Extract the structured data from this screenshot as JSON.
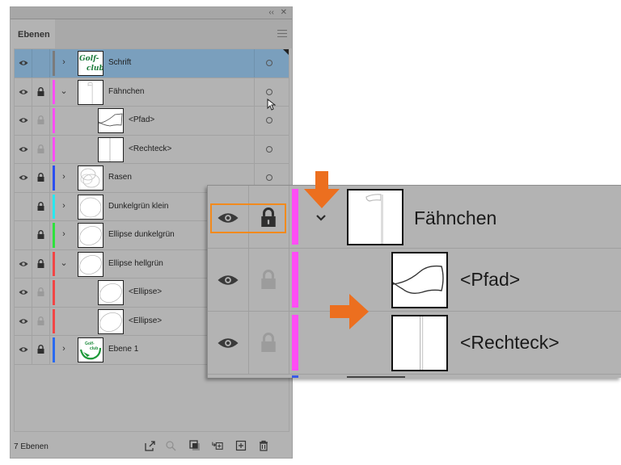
{
  "panel": {
    "titlebar": {
      "collapse_label": "‹‹",
      "close_label": "✕"
    },
    "tab_label": "Ebenen",
    "menu_icon": "hamburger-menu-icon",
    "layers": [
      {
        "name": "Schrift",
        "visible": true,
        "locked": false,
        "color": "#7b7b7b",
        "expand": "collapsed",
        "indent": 0,
        "thumb": "golf-club-text",
        "selected": true
      },
      {
        "name": "Fähnchen",
        "visible": true,
        "locked": true,
        "color": "#ff4df5",
        "expand": "expanded",
        "indent": 0,
        "thumb": "flag"
      },
      {
        "name": "<Pfad>",
        "visible": true,
        "locked": false,
        "lock_dim": true,
        "color": "#ff4df5",
        "expand": "none",
        "indent": 1,
        "thumb": "path"
      },
      {
        "name": "<Rechteck>",
        "visible": true,
        "locked": false,
        "lock_dim": true,
        "color": "#ff4df5",
        "expand": "none",
        "indent": 1,
        "thumb": "rect"
      },
      {
        "name": "Rasen",
        "visible": true,
        "locked": true,
        "color": "#2b4ef0",
        "expand": "collapsed",
        "indent": 0,
        "thumb": "ellipses"
      },
      {
        "name": "Dunkelgrün klein",
        "visible": false,
        "locked": true,
        "color": "#27e8f0",
        "expand": "collapsed",
        "indent": 0,
        "thumb": "ellipse"
      },
      {
        "name": "Ellipse dunkelgrün",
        "visible": false,
        "locked": true,
        "color": "#2ee23c",
        "expand": "collapsed",
        "indent": 0,
        "thumb": "ellipse"
      },
      {
        "name": "Ellipse hellgrün",
        "visible": true,
        "locked": true,
        "color": "#f24545",
        "expand": "expanded",
        "indent": 0,
        "thumb": "ellipse"
      },
      {
        "name": "<Ellipse>",
        "visible": true,
        "locked": false,
        "lock_dim": true,
        "color": "#f24545",
        "expand": "none",
        "indent": 1,
        "thumb": "ellipse"
      },
      {
        "name": "<Ellipse>",
        "visible": true,
        "locked": false,
        "lock_dim": true,
        "color": "#f24545",
        "expand": "none",
        "indent": 1,
        "thumb": "ellipse"
      },
      {
        "name": "Ebene 1",
        "visible": true,
        "locked": true,
        "color": "#2a6af0",
        "expand": "collapsed",
        "indent": 0,
        "thumb": "golf-logo"
      }
    ],
    "footer": {
      "count_label": "7 Ebenen",
      "buttons": [
        "export-for-screens",
        "locate-object",
        "make-clipping-mask",
        "create-sublayer",
        "create-new-layer",
        "delete-layer"
      ]
    }
  },
  "zoom_overlay": {
    "rows": [
      {
        "name": "Fähnchen",
        "lock_dim": false,
        "expand": "expanded"
      },
      {
        "name": "<Pfad>",
        "lock_dim": true
      },
      {
        "name": "<Rechteck>",
        "lock_dim": true
      }
    ],
    "highlight_color": "#f28a1c",
    "arrow_color": "#ec6f1f"
  }
}
